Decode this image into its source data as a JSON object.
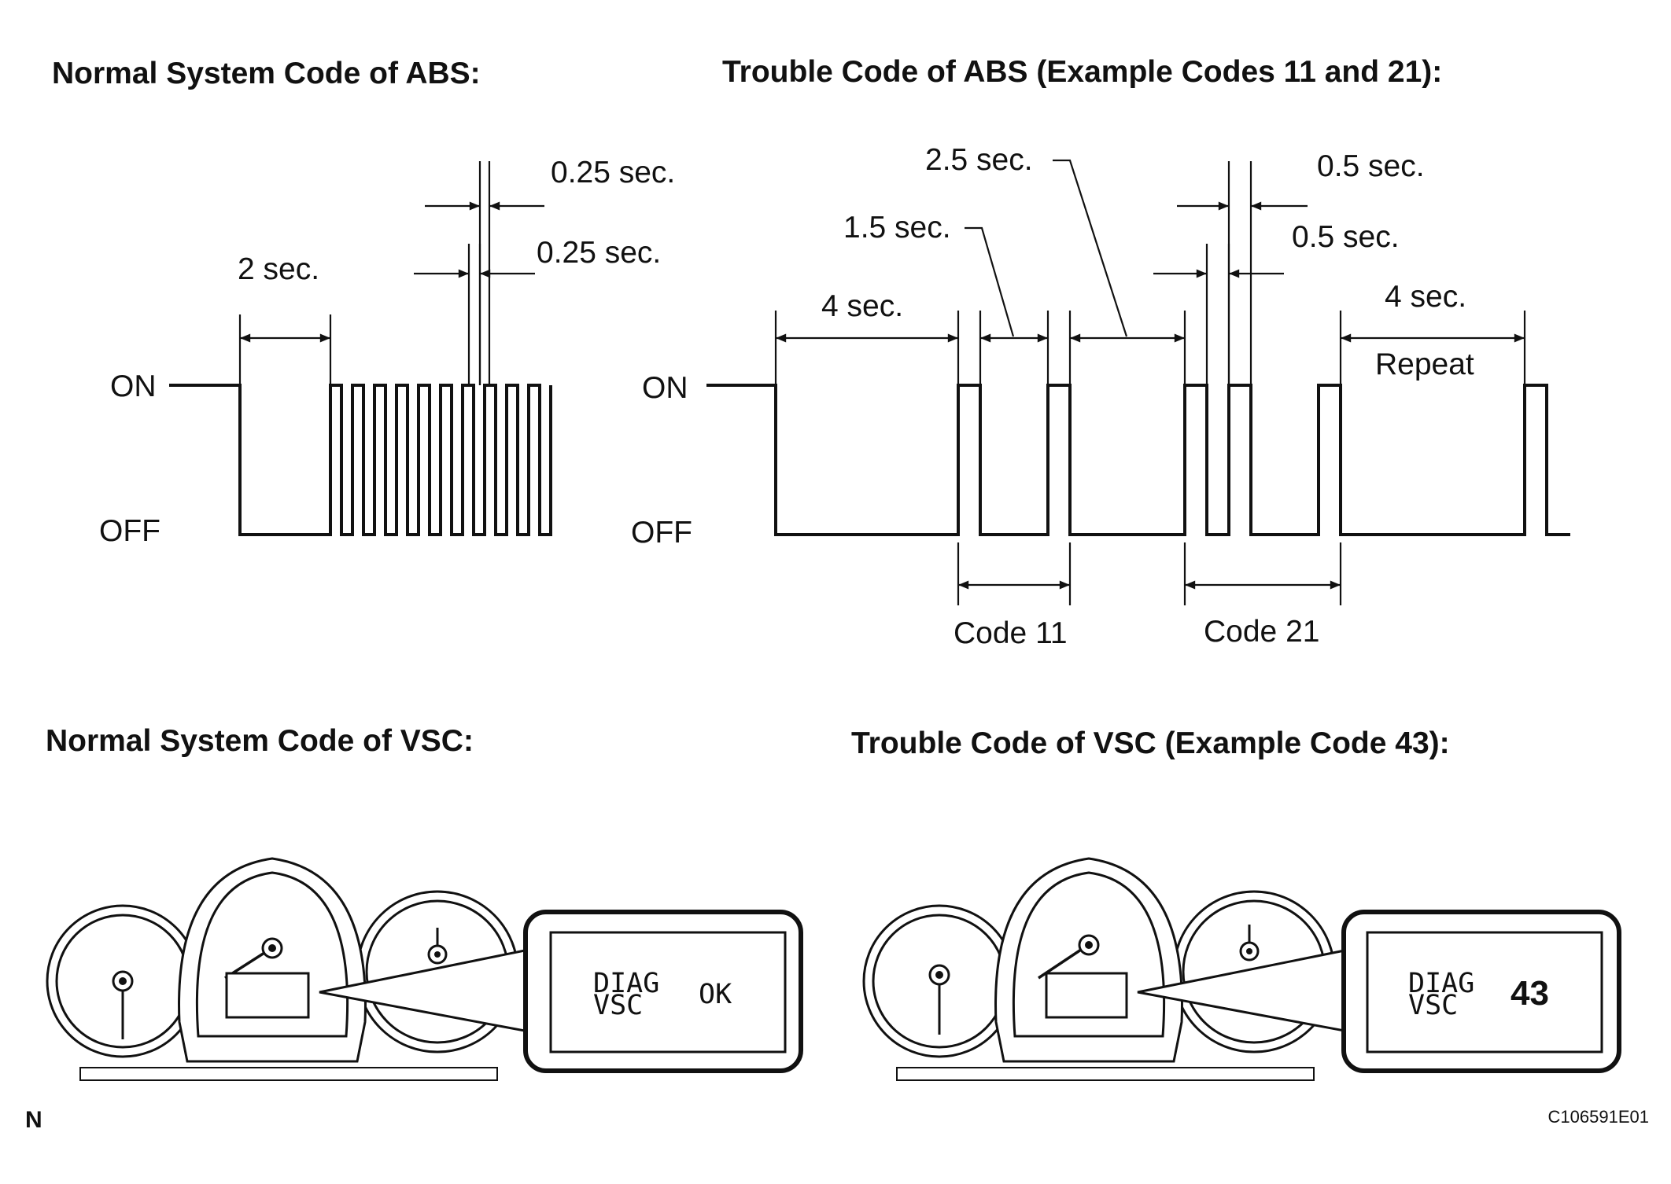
{
  "titles": {
    "abs_normal": "Normal System Code of ABS:",
    "abs_trouble": "Trouble Code of ABS (Example Codes 11 and 21):",
    "vsc_normal": "Normal System Code of VSC:",
    "vsc_trouble": "Trouble Code of VSC (Example Code 43):"
  },
  "abs_normal": {
    "on_label": "ON",
    "off_label": "OFF",
    "t_2sec": "2 sec.",
    "t_on": "0.25 sec.",
    "t_off": "0.25 sec."
  },
  "abs_trouble": {
    "on_label": "ON",
    "off_label": "OFF",
    "t_4sec_start": "4 sec.",
    "t_1_5sec": "1.5 sec.",
    "t_2_5sec": "2.5 sec.",
    "t_0_5sec_a": "0.5 sec.",
    "t_0_5sec_b": "0.5 sec.",
    "t_4sec_repeat": "4 sec.",
    "repeat_label": "Repeat",
    "code_11": "Code 11",
    "code_21": "Code 21"
  },
  "vsc_normal": {
    "display_line1": "DIAG",
    "display_line2": "VSC",
    "display_value": "OK"
  },
  "vsc_trouble": {
    "display_line1": "DIAG",
    "display_line2": "VSC",
    "display_value": "43"
  },
  "footer": {
    "corner_mark": "N",
    "figure_id": "C106591E01"
  }
}
